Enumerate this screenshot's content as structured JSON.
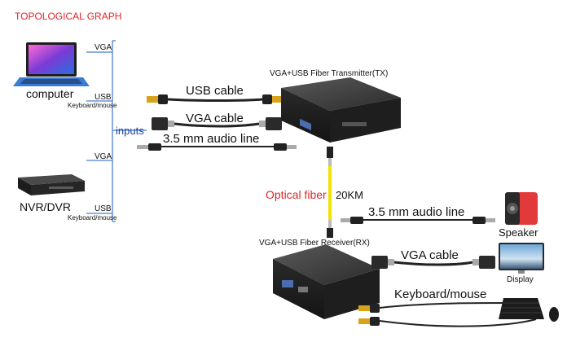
{
  "title": "TOPOLOGICAL GRAPH",
  "sources": {
    "computer": {
      "name": "computer",
      "port_vga": "VGA",
      "port_usb": "USB",
      "port_usb_sub": "Keyboard/mouse"
    },
    "nvr": {
      "name": "NVR/DVR",
      "port_vga": "VGA",
      "port_usb": "USB",
      "port_usb_sub": "Keyboard/mouse"
    }
  },
  "inputs_label": "inputs",
  "tx": {
    "label": "VGA+USB Fiber Transmitter(TX)"
  },
  "rx": {
    "label": "VGA+USB Fiber Receiver(RX)"
  },
  "cables_tx": {
    "usb": "USB cable",
    "vga": "VGA cable",
    "audio": "3.5 mm audio line"
  },
  "fiber": {
    "label": "Optical fiber",
    "distance": "20KM"
  },
  "cables_rx": {
    "audio": "3.5 mm audio line",
    "vga": "VGA cable",
    "kbm": "Keyboard/mouse"
  },
  "outputs": {
    "speaker": "Speaker",
    "display": "Display"
  },
  "colors": {
    "title": "#e0252a",
    "fiber_label": "#e0252a",
    "inputs_label": "#1a3f9c",
    "bracket": "#4a7fd0",
    "fiber_cable": "#f2e200",
    "device_body": "#3a3a3a"
  }
}
